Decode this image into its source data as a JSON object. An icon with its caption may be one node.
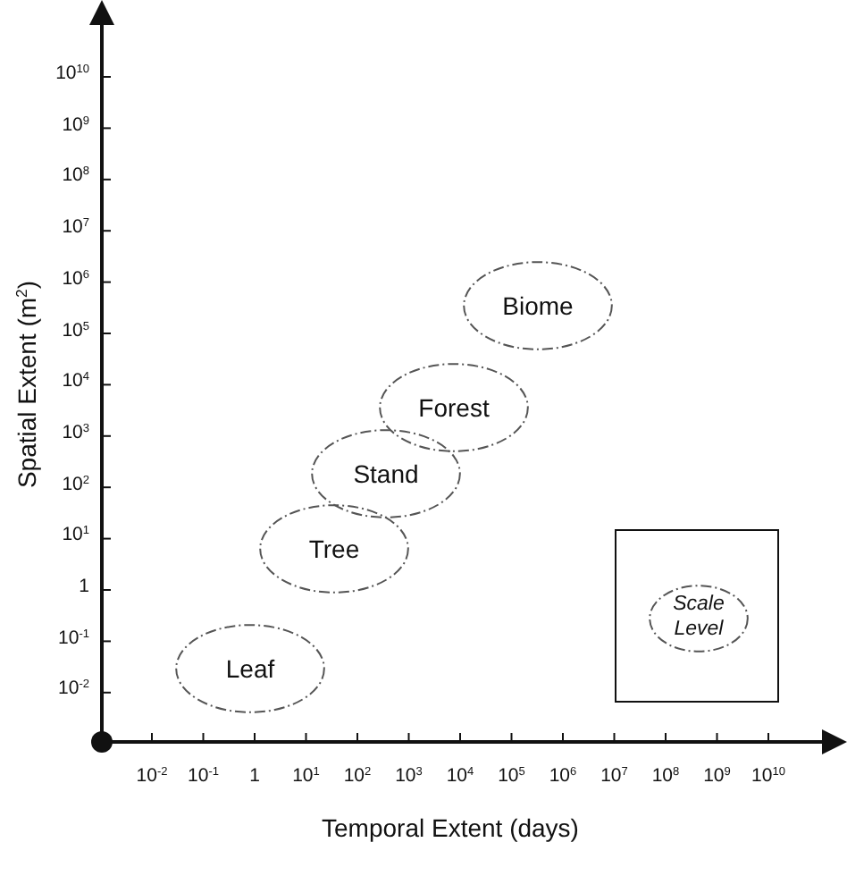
{
  "diagram": {
    "nodes": [
      {
        "text": [
          "Biome"
        ]
      },
      {
        "text": [
          "Forest"
        ]
      },
      {
        "text": [
          "Stand"
        ]
      },
      {
        "text": [
          "Tree"
        ]
      },
      {
        "text": [
          "Leaf"
        ]
      },
      {
        "text": [],
        "shape": "box"
      },
      {
        "text": [
          "Scale Level"
        ],
        "in": 5
      }
    ],
    "edges": [],
    "labels": [
      "10$^{10}$",
      "10$^{9}$",
      "10$^{8}$",
      "10$^{7}$",
      "10$^{6}$",
      "10$^{5}$",
      "10$^{4}$",
      "10$^{3}$",
      "10$^{2}$",
      "10$^{1}$",
      "1",
      "10$^{-1}$",
      "10$^{-2}$",
      "Spatial Extent (m$^{2}$)",
      "10$^{-2}$",
      "10$^{-1}$",
      "1",
      "10$^{1}$",
      "10$^{2}$",
      "10$^{3}$",
      "10$^{4}$",
      "10$^{5}$",
      "10$^{6}$",
      "10$^{7}$",
      "10$^{8}$",
      "10$^{9}$",
      "10$^{10}$",
      "Temporal Extent (days)"
    ]
  }
}
